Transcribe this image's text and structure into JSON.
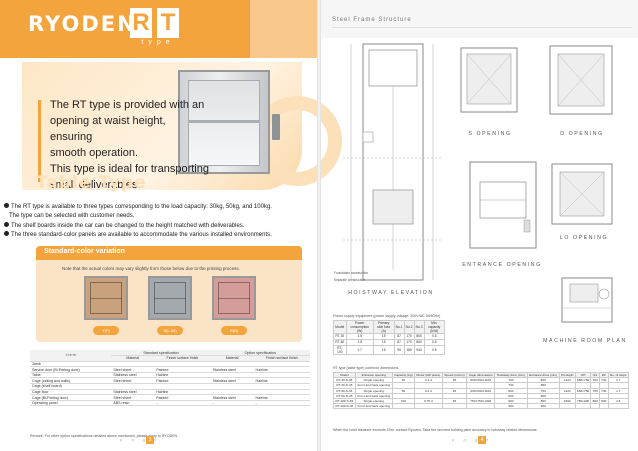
{
  "left": {
    "brand": "RYODEN",
    "model_r": "R",
    "model_t": "T",
    "model_sub": "type",
    "hero_lines": [
      "The RT type is provided with an",
      "opening at waist height, ensuring",
      "smooth operation.",
      "This type is ideal for transporting",
      "small deliverables."
    ],
    "section_title": "Table Type",
    "bullets": [
      "The RT type is available to three types corresponding to the load capacity: 30kg, 50kg, and 100kg.",
      "The type can be selected with customer needs.",
      "The shelf boards inside the car can be changed to the height matched with deliverables.",
      "The three standard-color panels are available to accommodate the various installed environments."
    ],
    "variation": {
      "title": "Standard-color variation",
      "note": "Note that the actual colors may vary slightly from those below due to the printing process.",
      "swatches": [
        {
          "label": "Y(P)",
          "color": "#c9a27d"
        },
        {
          "label": "S(L-04)",
          "color": "#a4a9ae"
        },
        {
          "label": "R(B)",
          "color": "#d49d9a"
        }
      ]
    },
    "spec": {
      "group_std": "Standard specification",
      "group_opt": "Option specification",
      "col_item": "I t e m",
      "col_material": "Material",
      "col_finish": "Finish surface finish",
      "rows": [
        [
          "Jamb",
          "",
          "",
          "",
          ""
        ],
        [
          "Service door (Bi-Parting door)",
          "Steel sheet",
          "Painted",
          "Stainless steel",
          "Hairline"
        ],
        [
          "Table",
          "Stainless steel",
          "Hairline",
          "",
          ""
        ],
        [
          "Cage (ceiling and walls)",
          "Steel sheet",
          "Painted",
          "Stainless steel",
          "Hairline"
        ],
        [
          "Cage (shelf board)",
          "",
          "",
          "",
          ""
        ],
        [
          "Cage floor",
          "Stainless steel",
          "Hairline",
          "",
          ""
        ],
        [
          "Cage (Bi-Parting door)",
          "Steel sheet",
          "Painted",
          "Stainless steel",
          "Hairline"
        ],
        [
          "Operating panel",
          "ABS resin",
          "-",
          "-",
          "-"
        ]
      ],
      "remark": "Remark: For other option specifications detailed above mentioned, please apply to RYODEN."
    },
    "page_word": "p a g e",
    "page_num": "3"
  },
  "right": {
    "title": "Steel Frame Structure",
    "captions": {
      "s_opening": "S  OPENING",
      "d_opening": "D  OPENING",
      "lo_opening": "LO  OPENING",
      "entrance": "ENTRANCE  OPENING",
      "hoistway": "HOISTWAY  ELEVATION",
      "machine": "MACHINE  ROOM  PLAN"
    },
    "legend": [
      "Foundation construction",
      "Separate construction"
    ],
    "table1": {
      "caption": "Power supply equipment (power supply voltage: 200V/AC 50/60Hz)",
      "headers": [
        "Model",
        "Power consumption (W)",
        "Primary side fuse (A)",
        "No.1",
        "No.2",
        "No.3",
        "Min. capacity (kVA)"
      ],
      "rows": [
        [
          "RT-30",
          "1.5",
          "15",
          "87",
          "170",
          "860",
          "0.5"
        ],
        [
          "RT-50",
          "1.5",
          "15",
          "87",
          "170",
          "860",
          "0.5"
        ],
        [
          "RT-100",
          "1.7",
          "15",
          "95",
          "185",
          "940",
          "0.5"
        ]
      ]
    },
    "table2": {
      "caption": "RT type (table type) common dimensions",
      "side": "Table type",
      "headers": [
        "Model",
        "Entrance opening",
        "Capacity (kg)",
        "Motor (kW·poles)",
        "Speed (m/min)",
        "Cage dimensions",
        "Hoistway dims (mm)",
        "Entrance dims (mm)",
        "Pit depth",
        "OH",
        "R1",
        "R2",
        "No. of stops"
      ],
      "rows": [
        [
          "RT-30-S-45",
          "Single opening",
          "30",
          "0.4·4",
          "45",
          "600×600×1100",
          "730",
          "825",
          "1422",
          "660×750",
          "700",
          "730",
          "1.7",
          "0.5",
          "7"
        ],
        [
          "RT-30-D-45",
          "Front and back opening",
          "",
          "",
          "",
          "",
          "730",
          "880",
          "",
          "",
          "",
          "",
          "",
          "",
          ""
        ],
        [
          "RT-50-S-45",
          "Single opening",
          "50",
          "0.4·4",
          "45",
          "600×600×1100",
          "800",
          "750",
          "1422",
          "660×750",
          "700",
          "730",
          "1.7",
          "0.5",
          "7"
        ],
        [
          "RT-50-D-45",
          "Front and back opening",
          "",
          "",
          "",
          "",
          "800",
          "805",
          "",
          "",
          "",
          "",
          "",
          "",
          ""
        ],
        [
          "RT-100-S-45",
          "Single opening",
          "100",
          "0.75·4",
          "45",
          "750×750×1200",
          "900",
          "850",
          "1660",
          "780×900",
          "800",
          "830",
          "1.8",
          "0.5",
          "7"
        ],
        [
          "RT-100-D-45",
          "Front and back opening",
          "",
          "",
          "",
          "",
          "900",
          "900",
          "",
          "",
          "",
          "",
          "",
          "",
          ""
        ]
      ],
      "footnote": "When the hoist distance exceeds 15m, contact Ryoden. Take the secured holding pitch accuracy in hoistway related dimensions."
    },
    "page_word": "p a g e",
    "page_num": "4"
  },
  "colors": {
    "accent": "#f3a43c",
    "accent_light": "#fbe4c6"
  }
}
